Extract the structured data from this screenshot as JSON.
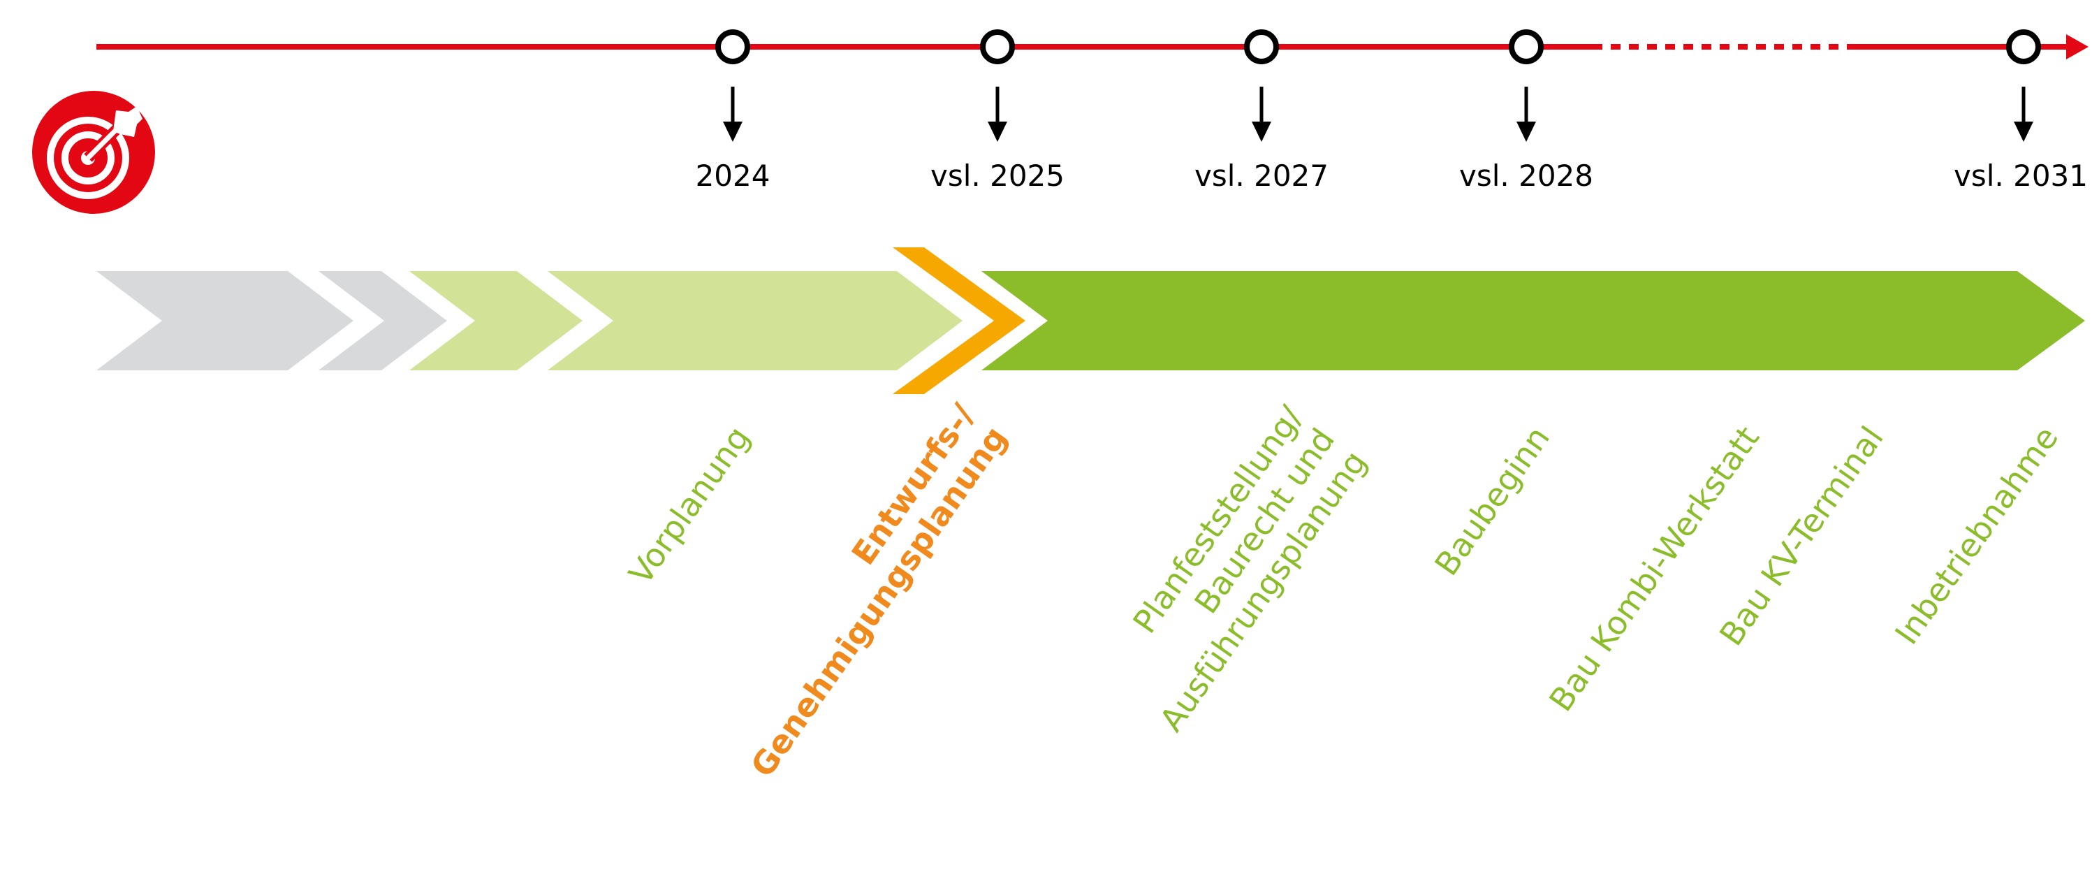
{
  "colors": {
    "timeline_red": "#e30613",
    "arrow_black": "#000000",
    "gray_chevron": "#d7d9db",
    "light_green": "#d2e297",
    "green": "#8bbd2b",
    "orange_chevron": "#f6a800",
    "orange_text": "#f08a1d",
    "icon_red": "#e30613"
  },
  "icons": {
    "goal": "target-arrow-icon"
  },
  "milestones": [
    {
      "label": "2024"
    },
    {
      "label": "vsl. 2025"
    },
    {
      "label": "vsl. 2027"
    },
    {
      "label": "vsl. 2028"
    },
    {
      "label": "vsl. 2031"
    }
  ],
  "phases": [
    {
      "lines": [
        "Vorplanung"
      ],
      "style": "green"
    },
    {
      "lines": [
        "Entwurfs-/",
        "Genehmigungsplanung"
      ],
      "style": "orange"
    },
    {
      "lines": [
        "Planfeststellung/",
        "Baurecht und",
        "Ausführungsplanung"
      ],
      "style": "green"
    },
    {
      "lines": [
        "Baubeginn"
      ],
      "style": "green"
    },
    {
      "lines": [
        "Bau Kombi-Werkstatt"
      ],
      "style": "green"
    },
    {
      "lines": [
        "Bau KV-Terminal"
      ],
      "style": "green"
    },
    {
      "lines": [
        "Inbetriebnahme"
      ],
      "style": "green"
    }
  ]
}
